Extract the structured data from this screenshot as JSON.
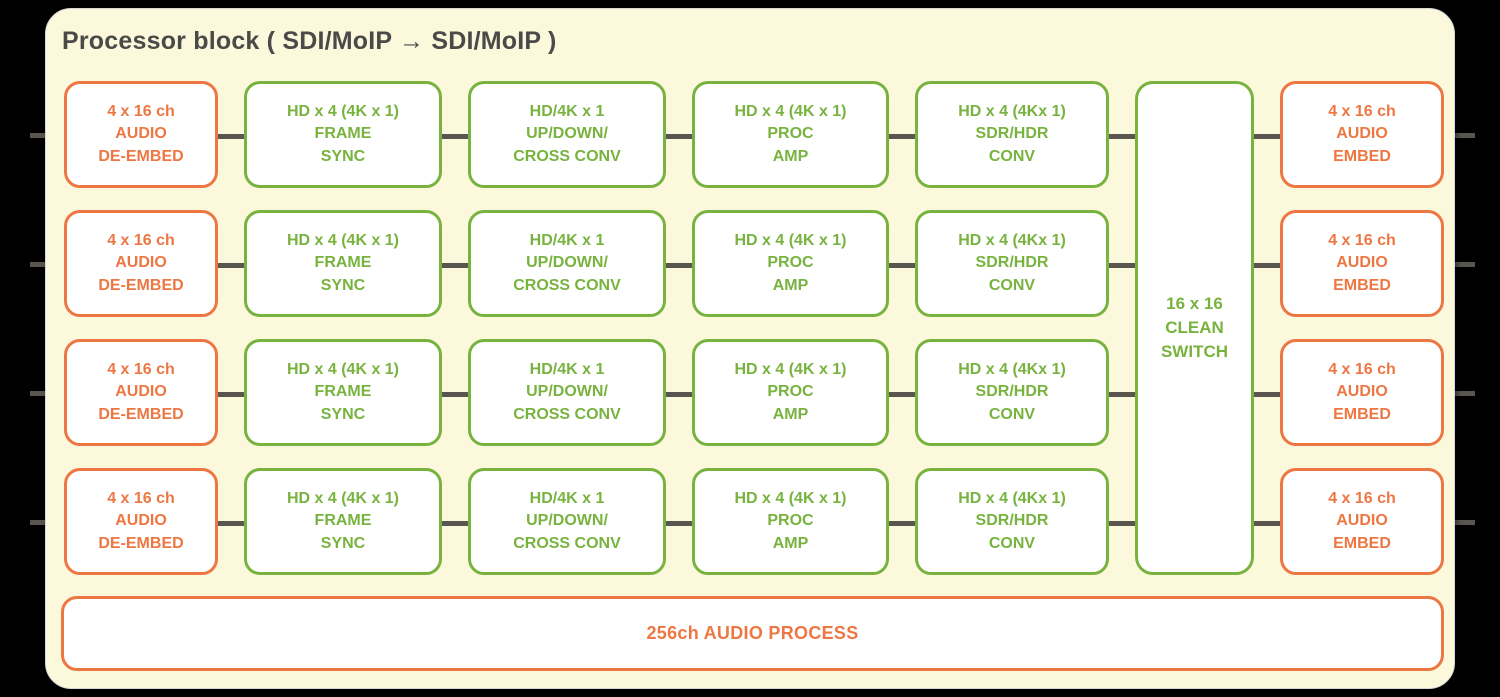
{
  "panel": {
    "title": "Processor block ( SDI/MoIP → SDI/MoIP )",
    "background_color": "#FBF8DC",
    "border_color": "#D8D8D8"
  },
  "colors": {
    "orange": "#ED7743",
    "green": "#78B33F",
    "wire": "#58564F",
    "block_fill": "#FFFFFF",
    "canvas": "#000000",
    "title_text": "#4A4A48"
  },
  "columns": [
    {
      "key": "audio-de-embed",
      "color": "orange",
      "lines": [
        "4 x 16 ch",
        "AUDIO",
        "DE-EMBED"
      ]
    },
    {
      "key": "frame-sync",
      "color": "green",
      "lines": [
        "HD x 4 (4K x 1)",
        "FRAME",
        "SYNC"
      ]
    },
    {
      "key": "up-down-cross-conv",
      "color": "green",
      "lines": [
        "HD/4K x 1",
        "UP/DOWN/",
        "CROSS CONV"
      ]
    },
    {
      "key": "proc-amp",
      "color": "green",
      "lines": [
        "HD x 4 (4K x 1)",
        "PROC",
        "AMP"
      ]
    },
    {
      "key": "sdr-hdr-conv",
      "color": "green",
      "lines": [
        "HD x 4 (4Kx 1)",
        "SDR/HDR",
        "CONV"
      ]
    },
    {
      "key": "audio-embed",
      "color": "orange",
      "lines": [
        "4 x 16 ch",
        "AUDIO",
        "EMBED"
      ]
    }
  ],
  "rows": [
    {
      "index": 1
    },
    {
      "index": 2
    },
    {
      "index": 3
    },
    {
      "index": 4
    }
  ],
  "clean_switch": {
    "key": "clean-switch",
    "color": "green",
    "lines": [
      "16 x 16",
      "CLEAN",
      "SWITCH"
    ]
  },
  "audio_process": {
    "key": "audio-process",
    "color": "orange",
    "label": "256ch AUDIO PROCESS"
  },
  "grid": {
    "rows": 4,
    "columns": 6,
    "switch_spans_all_rows": true,
    "chain_order": [
      "audio-de-embed",
      "frame-sync",
      "up-down-cross-conv",
      "proc-amp",
      "sdr-hdr-conv",
      "clean-switch",
      "audio-embed"
    ]
  }
}
